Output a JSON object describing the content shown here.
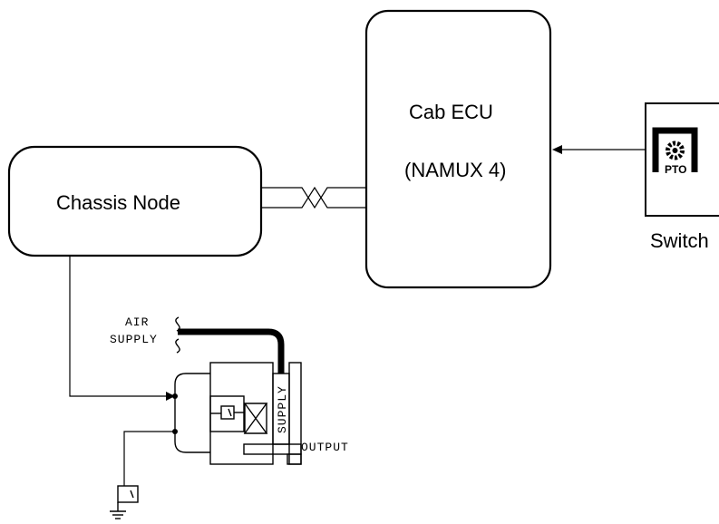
{
  "chassis_node": {
    "label": "Chassis Node"
  },
  "cab_ecu": {
    "line1": "Cab ECU",
    "line2": "(NAMUX 4)"
  },
  "switch": {
    "label": "Switch",
    "icon": "pto-gear-icon",
    "icon_text": "PTO"
  },
  "valve": {
    "air_label_1": "AIR",
    "air_label_2": "SUPPLY",
    "supply_label": "SUPPLY",
    "output_label": "OUTPUT"
  }
}
